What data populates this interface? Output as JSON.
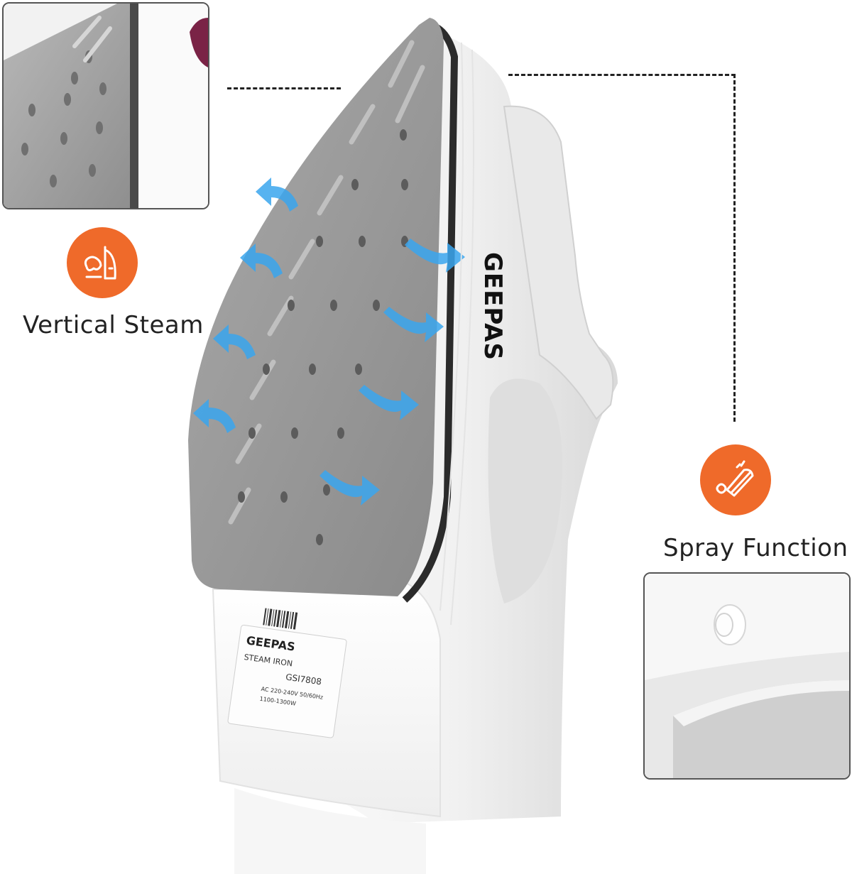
{
  "brand": {
    "name": "GEEPAS",
    "label_brand": "GEEPAS",
    "label_product": "STEAM IRON",
    "label_model": "GSI7808",
    "label_rating": "AC 220-240V 50/60Hz",
    "label_power": "1100-1300W"
  },
  "features": [
    {
      "label": "Vertical Steam",
      "icon": "vertical-steam-icon"
    },
    {
      "label": "Spray Function",
      "icon": "spray-function-icon"
    }
  ],
  "colors": {
    "accent_orange": "#ef6a2a",
    "soleplate_gray": "#9c9c9c",
    "steam_blue": "#3aa6ee",
    "body_white": "#f4f4f4"
  }
}
